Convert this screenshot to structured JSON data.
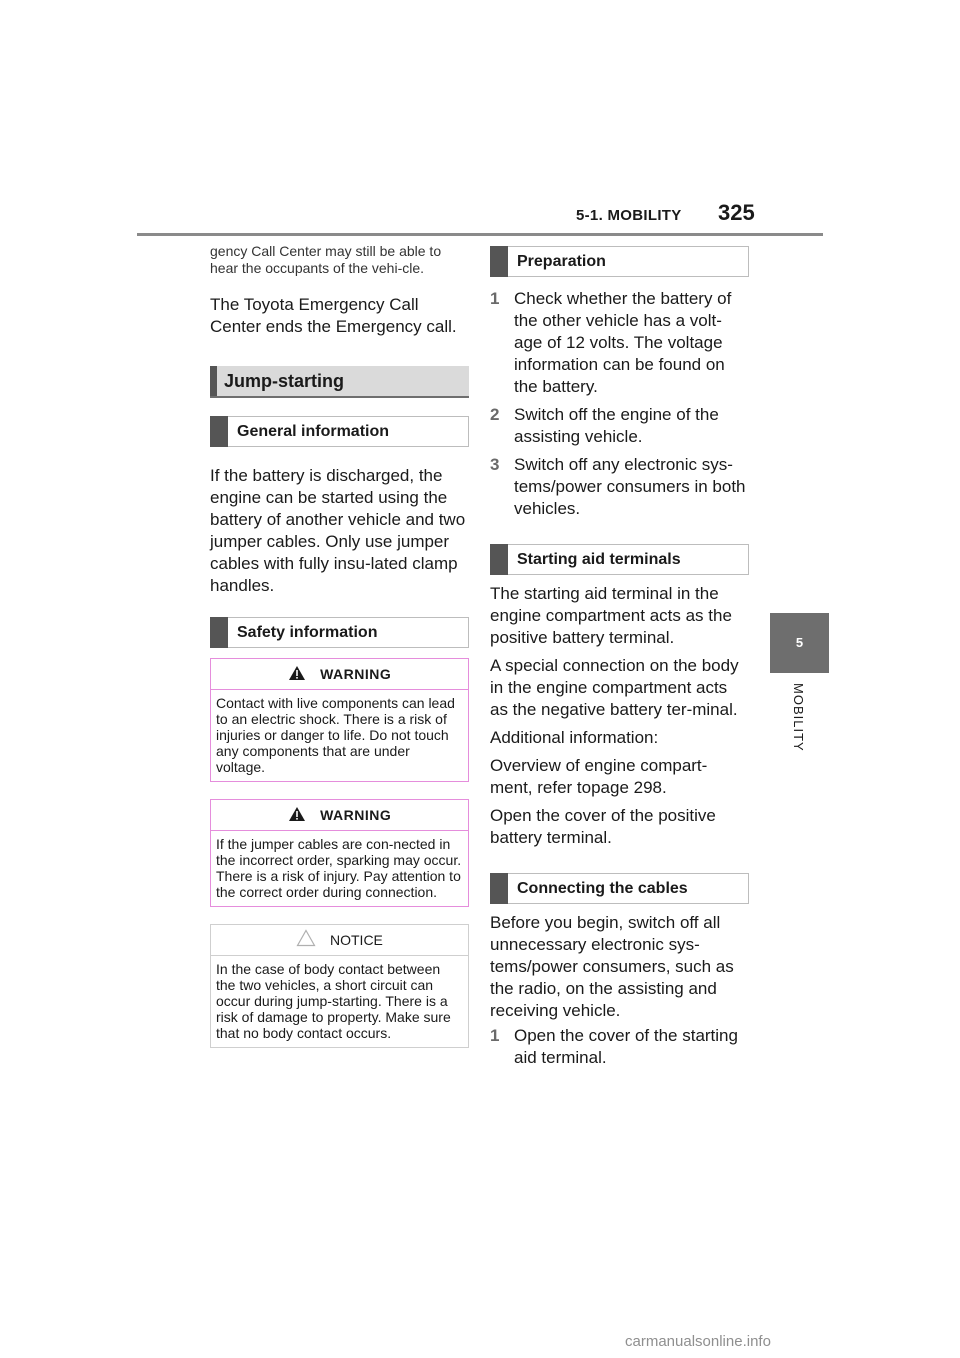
{
  "header": {
    "section": "5-1. MOBILITY",
    "page_number": "325"
  },
  "side_tab": {
    "number": "5",
    "label": "MOBILITY"
  },
  "left": {
    "intro_small": "gency Call Center may still be able to hear the occupants of the vehi-cle.",
    "intro_body": "The Toyota Emergency Call Center ends the Emergency call.",
    "jump_title": "Jump-starting",
    "general_title": "General information",
    "general_body": "If the battery is discharged, the engine can be started using the battery of another vehicle and two jumper cables. Only use jumper cables with fully insu-lated clamp handles.",
    "safety_title": "Safety information",
    "warning1_label": "WARNING",
    "warning1_body": "Contact with live components can lead to an electric shock. There is a risk of injuries or danger to life. Do not touch any components that are under voltage.",
    "warning2_label": "WARNING",
    "warning2_body": "If the jumper cables are con-nected in the incorrect order, sparking may occur. There is a risk of injury. Pay attention to the correct order during connection.",
    "notice_label": "NOTICE",
    "notice_body": "In the case of body contact between the two vehicles, a short circuit can occur during jump-starting. There is a risk of damage to property. Make sure that no body contact occurs."
  },
  "right": {
    "prep_title": "Preparation",
    "prep_steps": [
      {
        "n": "1",
        "text": "Check whether the battery of the other vehicle has a volt-age of 12 volts. The voltage information can be found on the battery."
      },
      {
        "n": "2",
        "text": "Switch off the engine of the assisting vehicle."
      },
      {
        "n": "3",
        "text": "Switch off any electronic sys-tems/power consumers in both vehicles."
      }
    ],
    "terminals_title": "Starting aid terminals",
    "terminals_p1": "The starting aid terminal in the engine compartment acts as the positive battery terminal.",
    "terminals_p2": "A special connection on the body in the engine compartment acts as the negative battery ter-minal.",
    "terminals_p3": "Additional information:",
    "terminals_p4": "Overview of engine compart-ment, refer topage 298.",
    "terminals_p5": "Open the cover of the positive battery terminal.",
    "connect_title": "Connecting the cables",
    "connect_p1": "Before you begin, switch off all unnecessary electronic sys-tems/power consumers, such as the radio, on the assisting and receiving vehicle.",
    "connect_steps": [
      {
        "n": "1",
        "text": "Open the cover of the starting aid terminal."
      }
    ]
  },
  "footer": {
    "watermark": "carmanualsonline.info"
  },
  "colors": {
    "warning_border": "#e58ddc",
    "tab_gray": "#6e6e6e",
    "heading_bg": "#dadada"
  }
}
